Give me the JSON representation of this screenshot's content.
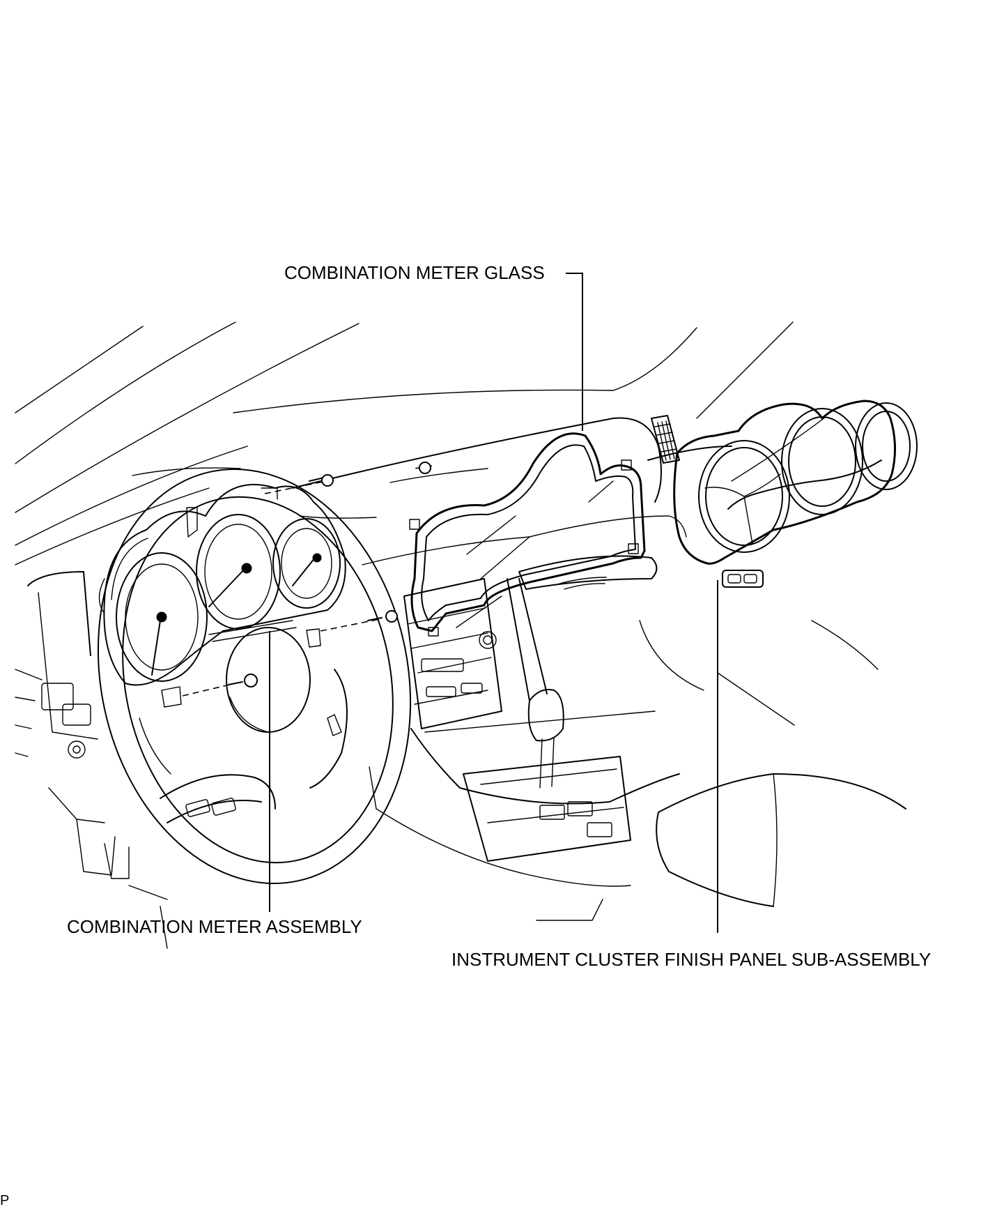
{
  "labels": {
    "combination_meter_glass": "COMBINATION METER GLASS",
    "combination_meter_assembly": "COMBINATION METER ASSEMBLY",
    "instrument_cluster_finish_panel": "INSTRUMENT CLUSTER FINISH PANEL SUB-ASSEMBLY",
    "corner_mark": "P"
  }
}
